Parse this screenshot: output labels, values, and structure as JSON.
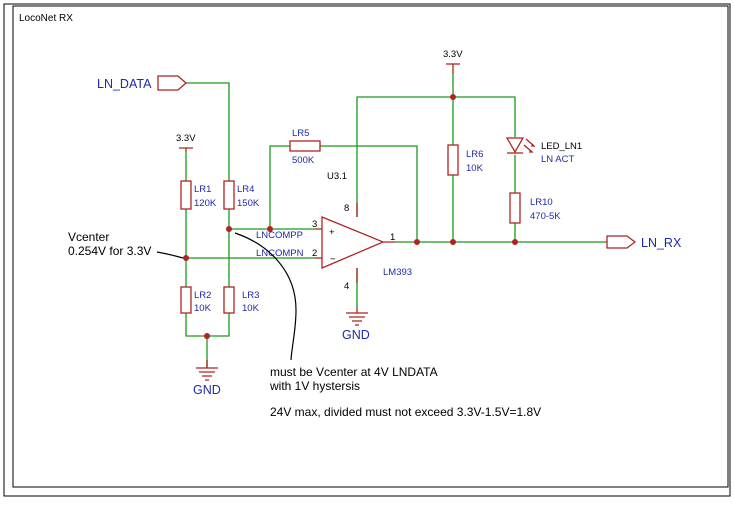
{
  "title": "LocoNet RX",
  "nets": {
    "ln_data": "LN_DATA",
    "ln_rx": "LN_RX",
    "lncompp": "LNCOMPP",
    "lncompn": "LNCOMPN",
    "vcc_left": "3.3V",
    "vcc_right": "3.3V",
    "gnd_left": "GND",
    "gnd_right": "GND"
  },
  "components": {
    "lr1": {
      "ref": "LR1",
      "value": "120K"
    },
    "lr2": {
      "ref": "LR2",
      "value": "10K"
    },
    "lr3": {
      "ref": "LR3",
      "value": "10K"
    },
    "lr4": {
      "ref": "LR4",
      "value": "150K"
    },
    "lr5": {
      "ref": "LR5",
      "value": "500K"
    },
    "lr6": {
      "ref": "LR6",
      "value": "10K"
    },
    "lr10": {
      "ref": "LR10",
      "value": "470-5K"
    },
    "led": {
      "ref": "LED_LN1",
      "value": "LN ACT"
    },
    "opamp": {
      "ref": "U3.1",
      "value": "LM393"
    }
  },
  "pins": {
    "in_plus": "3",
    "in_minus": "2",
    "out": "1",
    "vplus": "8",
    "vminus": "4",
    "plus_sign": "+",
    "minus_sign": "−"
  },
  "annotations": {
    "vcenter_line1": "Vcenter",
    "vcenter_line2": "0.254V for 3.3V",
    "note_line1": "must be Vcenter at 4V LNDATA",
    "note_line2": "with 1V hystersis",
    "note_line3": "24V max, divided must not exceed 3.3V-1.5V=1.8V"
  },
  "colors": {
    "wire": "#1a9a1a",
    "component": "#b22222",
    "label": "#1f2aa8",
    "text": "#000000"
  }
}
